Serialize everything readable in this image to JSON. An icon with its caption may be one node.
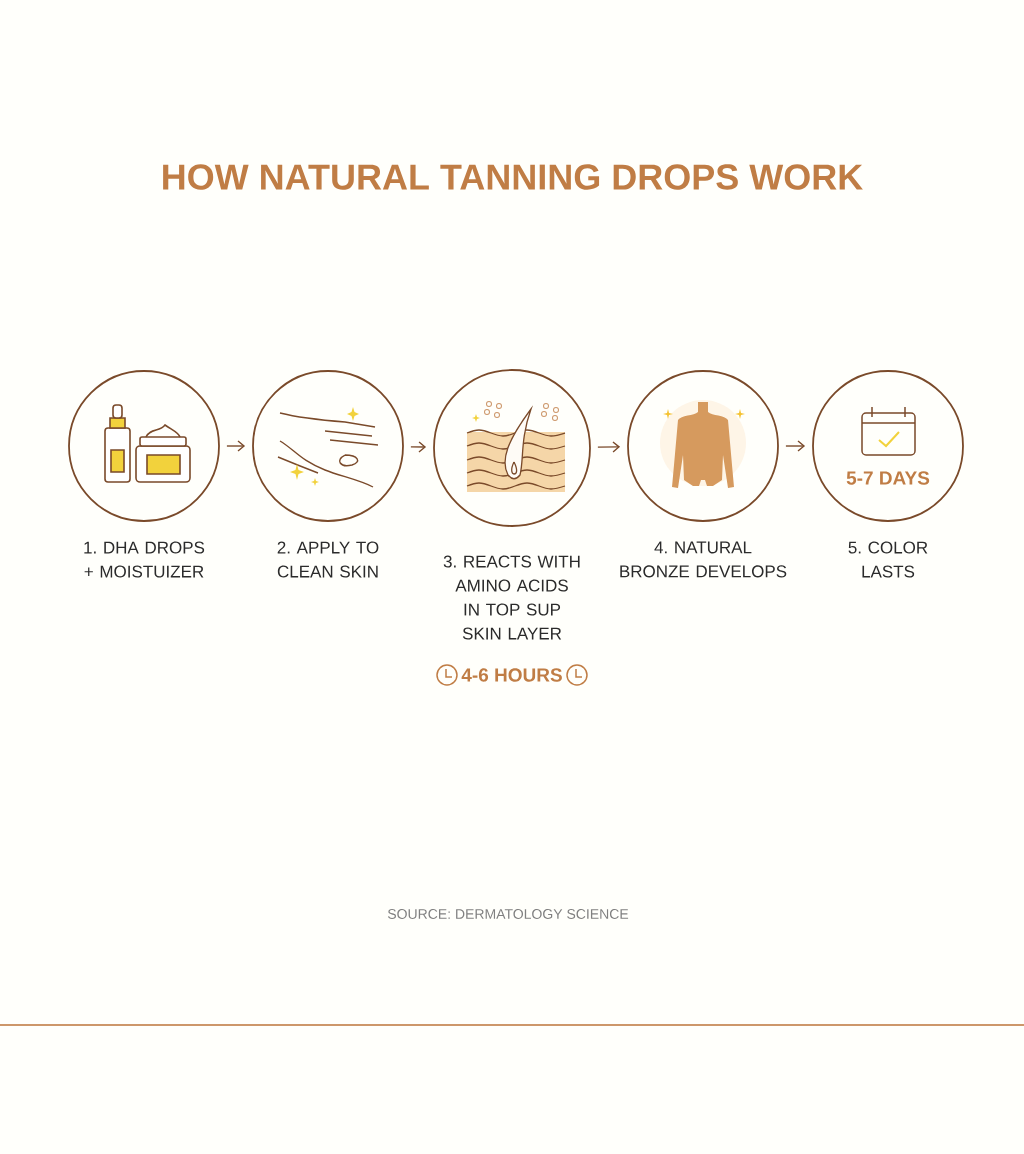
{
  "diagram": {
    "title": "HOW NATURAL TANNING DROPS WORK",
    "nodes": [
      {
        "text": [],
        "shape": "circle",
        "beside": [
          "1. DHA DROPS + MOISTUIZER"
        ]
      },
      {
        "text": [],
        "shape": "circle",
        "beside": [
          "2. APPLY TO CLEAN SKIN"
        ]
      },
      {
        "text": [],
        "shape": "circle",
        "beside": [
          "3. REACTS WITH AMINO ACIDS IN TOP SUP SKIN LAYER",
          "4-6 HOURS"
        ]
      },
      {
        "text": [],
        "shape": "circle",
        "beside": [
          "4. NATURAL BRONZE DEVELOPS"
        ]
      },
      {
        "text": [
          "5-7 DAYS"
        ],
        "beside": [
          "5. COLOR LASTS"
        ]
      }
    ],
    "edges": [
      {
        "from": 0,
        "to": 1,
        "arrow": "to"
      },
      {
        "from": 1,
        "to": 2,
        "arrow": "to"
      },
      {
        "from": 2,
        "to": 3,
        "arrow": "to"
      },
      {
        "from": 3,
        "to": 4,
        "arrow": "to"
      }
    ],
    "labels": [
      "SOURCE: DERMATOLOGY SCIENCE"
    ]
  }
}
